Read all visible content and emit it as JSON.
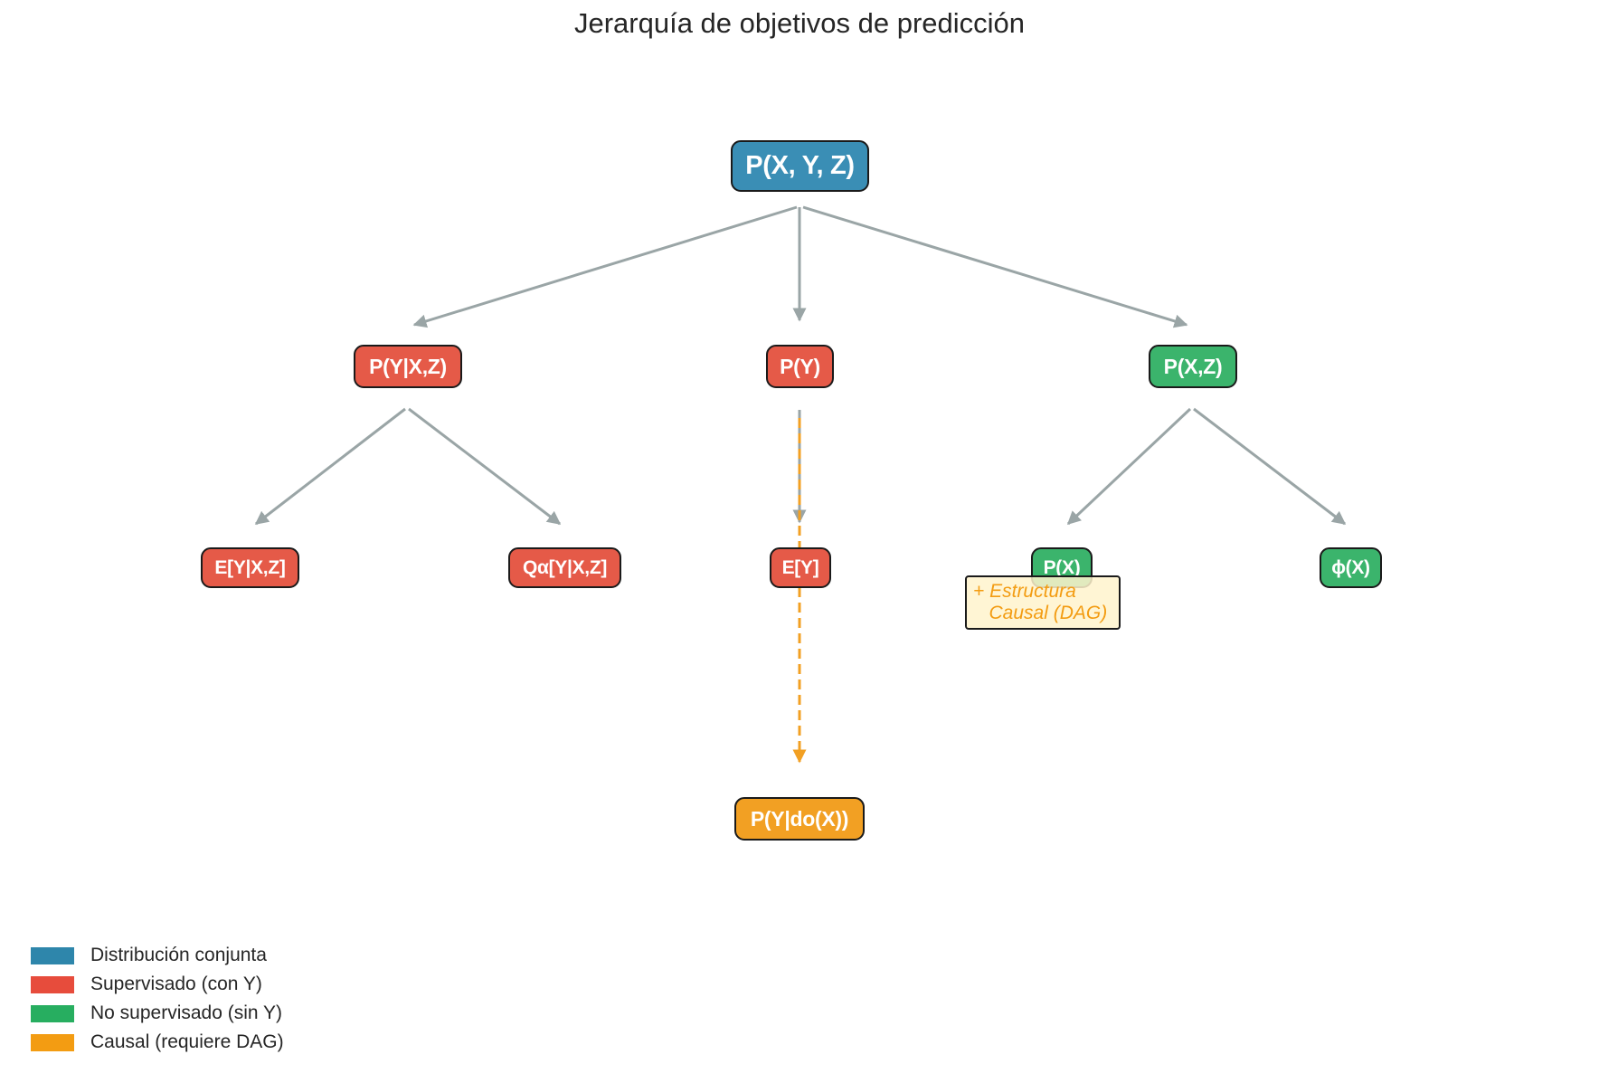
{
  "title": "Jerarquía de objetivos de predicción",
  "colors": {
    "joint": "#3a8eb5",
    "supervised": "#e55a48",
    "unsupervised": "#3bb46c",
    "causal": "#f2a023",
    "edge": "#9aa5a6",
    "causal_edge": "#f2a023"
  },
  "nodes": {
    "root": "P(X, Y, Z)",
    "conditional": "P(Y|X,Z)",
    "marginal_y": "P(Y)",
    "joint_xz": "P(X,Z)",
    "expectation": "E[Y|X,Z]",
    "quantile": "Qα[Y|X,Z]",
    "mean_y": "E[Y]",
    "marginal_x": "P(X)",
    "representation": "ϕ(X)",
    "intervention": "P(Y|do(X))"
  },
  "causal_note": "+ Estructura\n   Causal (DAG)",
  "legend": [
    {
      "label": "Distribución conjunta",
      "color": "#2e86ab"
    },
    {
      "label": "Supervisado (con Y)",
      "color": "#e74c3c"
    },
    {
      "label": "No supervisado (sin Y)",
      "color": "#27ae60"
    },
    {
      "label": "Causal (requiere DAG)",
      "color": "#f39c12"
    }
  ]
}
